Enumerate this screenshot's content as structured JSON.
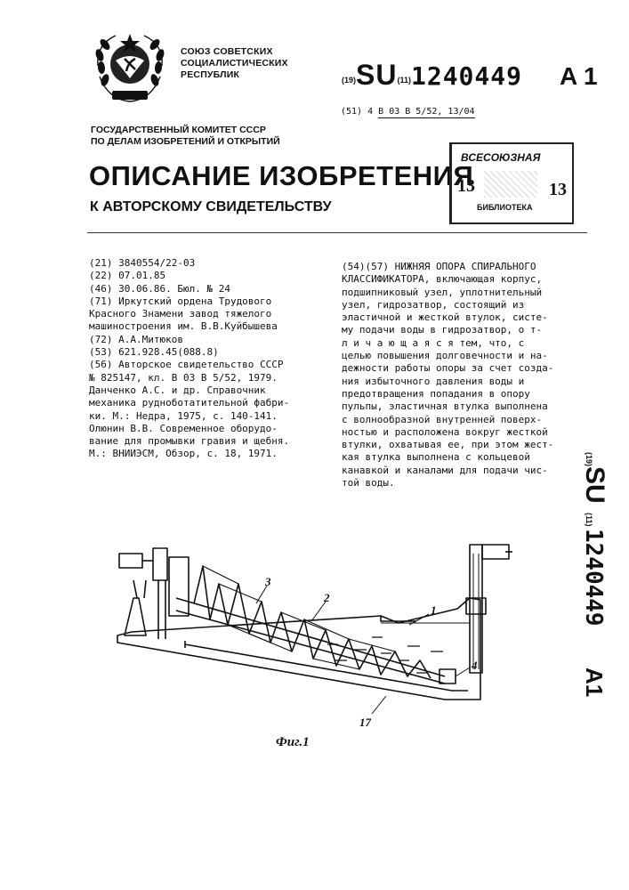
{
  "header": {
    "country_lines": [
      "СОЮЗ СОВЕТСКИХ",
      "СОЦИАЛИСТИЧЕСКИХ",
      "РЕСПУБЛИК"
    ],
    "code_19": "(19)",
    "country_code": "SU",
    "code_11": "(11)",
    "patent_number": "1240449",
    "kind": "A 1",
    "ipc_prefix": "(51) 4",
    "ipc_code": "B 03 B 5/52, 13/04"
  },
  "committee": {
    "line1": "ГОСУДАРСТВЕННЫЙ КОМИТЕТ СССР",
    "line2": "ПО ДЕЛАМ ИЗОБРЕТЕНИЙ И ОТКРЫТИЙ"
  },
  "title": "ОПИСАНИЕ ИЗОБРЕТЕНИЯ",
  "subtitle": "К АВТОРСКОМУ СВИДЕТЕЛЬСТВУ",
  "stamp": {
    "top": "ВСЕСОЮЗНАЯ",
    "left_num": "13",
    "right_num": "13",
    "bottom": "БИБЛИОТЕКА"
  },
  "bibliography": [
    "(21) 3840554/22-03",
    "(22) 07.01.85",
    "(46) 30.06.86. Бюл. № 24",
    "(71) Иркутский ордена Трудового",
    "Красного Знамени завод тяжелого",
    "машиностроения им. В.В.Куйбышева",
    "(72) А.А.Митюков",
    "(53) 621.928.45(088.8)",
    "(56) Авторское свидетельство СССР",
    "№ 825147, кл. В 03 В 5/52, 1979.",
    "  Данченко А.С. и др. Справочник",
    "механика рудноботатительной фабри-",
    "ки. М.: Недра, 1975, с. 140-141.",
    "  Олюнин В.В. Современное оборудо-",
    "вание для промывки гравия и щебня.",
    "М.: ВНИИЭСМ, Обзор, с. 18, 1971."
  ],
  "abstract": [
    "(54)(57) НИЖНЯЯ ОПОРА СПИРАЛЬНОГО",
    "КЛАССИФИКАТОРА, включающая корпус,",
    "подшипниковый узел, уплотнительный",
    "узел, гидрозатвор, состоящий из",
    "эластичной и жесткой втулок, систе-",
    "му подачи воды в гидрозатвор, о т-",
    "л и ч а ю щ а я с я тем, что, с",
    "целью повышения долговечности и на-",
    "дежности работы опоры за счет созда-",
    "ния избыточного давления воды и",
    "предотвращения попадания в опору",
    "пульпы, эластичная втулка выполнена",
    "с волнообразной внутренней поверх-",
    "ностью и расположена вокруг жесткой",
    "втулки, охватывая ее, при этом жест-",
    "кая втулка выполнена с кольцевой",
    "канавкой и каналами для подачи чис-",
    "той воды."
  ],
  "side_label": {
    "code_19": "(19)",
    "country_code": "SU",
    "code_11": "(11)",
    "patent_number": "1240449",
    "kind": "A1"
  },
  "figure": {
    "labels": [
      "3",
      "2",
      "1",
      "4",
      "17"
    ],
    "caption": "Фиг.1"
  }
}
